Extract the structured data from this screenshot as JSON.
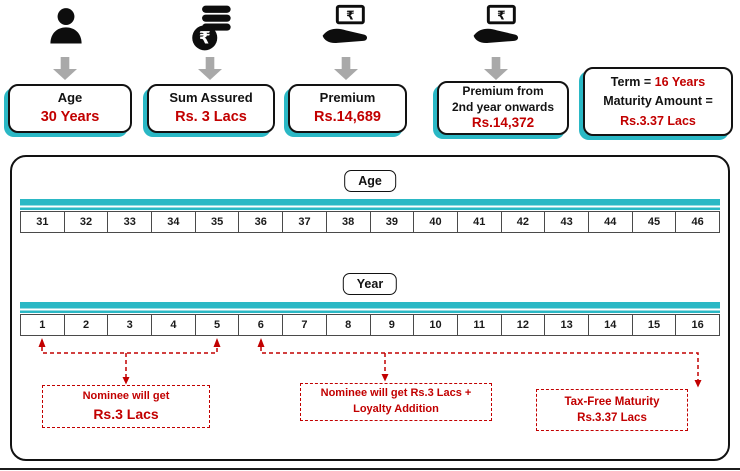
{
  "colors": {
    "teal": "#2ab8c5",
    "red": "#c20000",
    "gray_arrow": "#a9a9a9",
    "black": "#121212"
  },
  "icons": [
    "person-icon",
    "coins-rupee-icon",
    "cash-in-hand-icon",
    "cash-in-hand-icon"
  ],
  "cards": [
    {
      "title": "Age",
      "value": "30 Years"
    },
    {
      "title": "Sum Assured",
      "value": "Rs. 3 Lacs"
    },
    {
      "title": "Premium",
      "value": "Rs.14,689"
    },
    {
      "title": "Premium from",
      "title2": "2nd year onwards",
      "value": "Rs.14,372"
    },
    {
      "term_label": "Term = ",
      "term_value": "16 Years",
      "maturity_label": "Maturity Amount =",
      "maturity_value": "Rs.3.37 Lacs"
    }
  ],
  "timeline": {
    "age_label": "Age",
    "year_label": "Year",
    "ages": [
      "31",
      "32",
      "33",
      "34",
      "35",
      "36",
      "37",
      "38",
      "39",
      "40",
      "41",
      "42",
      "43",
      "44",
      "45",
      "46"
    ],
    "years": [
      "1",
      "2",
      "3",
      "4",
      "5",
      "6",
      "7",
      "8",
      "9",
      "10",
      "11",
      "12",
      "13",
      "14",
      "15",
      "16"
    ]
  },
  "callouts": [
    {
      "line1": "Nominee will get",
      "line2": "Rs.3 Lacs"
    },
    {
      "line1": "Nominee will get Rs.3 Lacs +",
      "line2": "Loyalty Addition"
    },
    {
      "line1": "Tax-Free Maturity",
      "line2": "Rs.3.37 Lacs"
    }
  ]
}
